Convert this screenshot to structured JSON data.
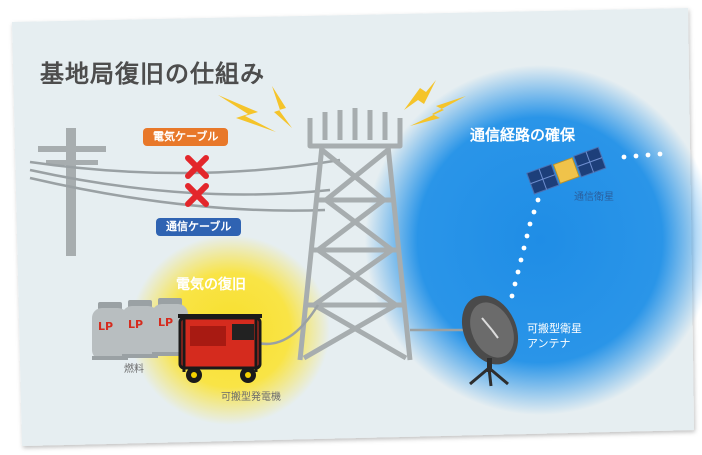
{
  "title": "基地局復旧の仕組み",
  "labels": {
    "power_cable": "電気ケーブル",
    "comm_cable": "通信ケーブル",
    "power_recovery": "電気の復旧",
    "comm_route": "通信経路の確保",
    "satellite": "通信衛星",
    "antenna_line1": "可搬型衛星",
    "antenna_line2": "アンテナ",
    "fuel": "燃料",
    "generator": "可搬型発電機",
    "lp": "LP"
  },
  "colors": {
    "background": "#e6eef1",
    "power_cable_tag": "#e8782a",
    "comm_cable_tag": "#2f63b2",
    "cross_mark": "#e3262b",
    "power_glow": "#f8df2c",
    "comm_glow": "#1f8de6",
    "lightning": "#f5c42a"
  }
}
